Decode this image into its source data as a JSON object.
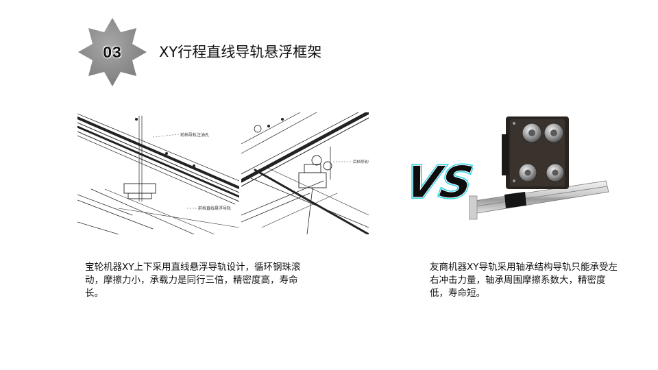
{
  "section": {
    "number": "03",
    "title": "XY行程直线导轨悬浮框架"
  },
  "left_drawing": {
    "labels": [
      "前档导轨注油孔",
      "前档直线悬浮导轨"
    ]
  },
  "middle_drawing": {
    "labels": [
      "后档导轨轴承注油孔"
    ]
  },
  "vs_logo": {
    "text": "VS",
    "colors": {
      "fill": "#0d0d0d",
      "glow": "#29d3e8",
      "inner": "#ffffff"
    }
  },
  "left_text": {
    "content": "宝轮机器XY上下采用直线悬浮导轨设计，循环钢珠滚动，摩擦力小，承载力是同行三倍，精密度高，寿命长。"
  },
  "right_text": {
    "content": "友商机器XY导轨采用轴承结构导轨只能承受左右冲击力量，轴承周围摩擦系数大，精密度低，寿命短。"
  },
  "colors": {
    "badge": "#8e8e8e",
    "text": "#111111",
    "rail": "#222222"
  }
}
